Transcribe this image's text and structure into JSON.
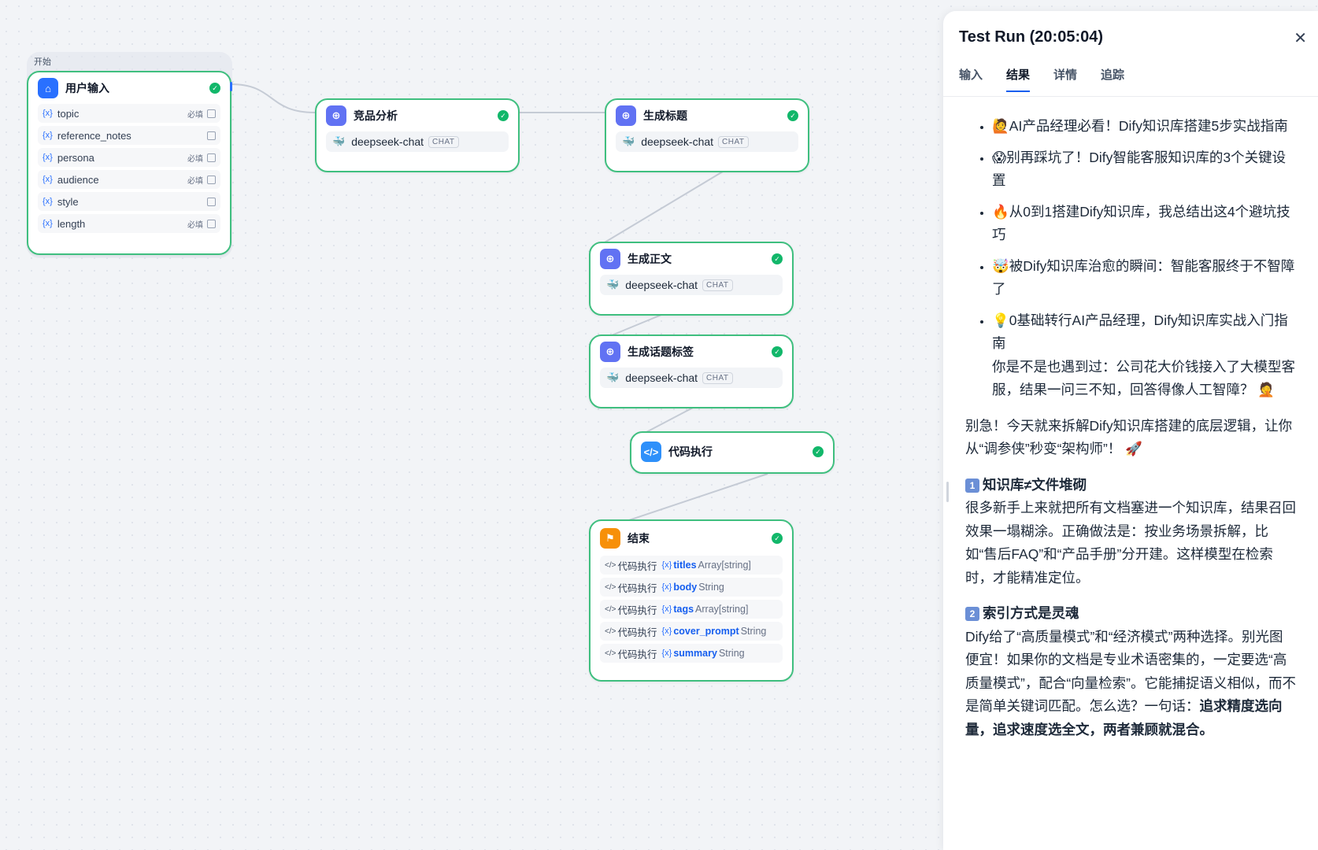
{
  "start_group": {
    "label": "开始"
  },
  "nodes": {
    "user_input": {
      "title": "用户输入",
      "vars": [
        {
          "name": "topic",
          "required": "必填",
          "type_icon": "text-input-icon"
        },
        {
          "name": "reference_notes",
          "required": "",
          "type_icon": "paragraph-icon"
        },
        {
          "name": "persona",
          "required": "必填",
          "type_icon": "select-icon"
        },
        {
          "name": "audience",
          "required": "必填",
          "type_icon": "text-input-icon"
        },
        {
          "name": "style",
          "required": "",
          "type_icon": "select-icon"
        },
        {
          "name": "length",
          "required": "必填",
          "type_icon": "select-icon"
        }
      ]
    },
    "competitor": {
      "title": "竞品分析",
      "model": "deepseek-chat",
      "badge": "CHAT"
    },
    "gen_title": {
      "title": "生成标题",
      "model": "deepseek-chat",
      "badge": "CHAT"
    },
    "gen_body": {
      "title": "生成正文",
      "model": "deepseek-chat",
      "badge": "CHAT"
    },
    "gen_tags": {
      "title": "生成话题标签",
      "model": "deepseek-chat",
      "badge": "CHAT"
    },
    "code_exec": {
      "title": "代码执行"
    },
    "end": {
      "title": "结束",
      "outputs": [
        {
          "source": "代码执行",
          "var": "titles",
          "type": "Array[string]"
        },
        {
          "source": "代码执行",
          "var": "body",
          "type": "String"
        },
        {
          "source": "代码执行",
          "var": "tags",
          "type": "Array[string]"
        },
        {
          "source": "代码执行",
          "var": "cover_prompt",
          "type": "String"
        },
        {
          "source": "代码执行",
          "var": "summary",
          "type": "String"
        }
      ]
    }
  },
  "panel": {
    "title": "Test Run (20:05:04)",
    "tabs": [
      "输入",
      "结果",
      "详情",
      "追踪"
    ],
    "active_tab": "结果",
    "bullets": [
      "🙋AI产品经理必看！Dify知识库搭建5步实战指南",
      "😱别再踩坑了！Dify智能客服知识库的3个关键设置",
      "🔥从0到1搭建Dify知识库，我总结出这4个避坑技巧",
      "🤯被Dify知识库治愈的瞬间：智能客服终于不智障了",
      "💡0基础转行AI产品经理，Dify知识库实战入门指南"
    ],
    "bullet_tail": "你是不是也遇到过：公司花大价钱接入了大模型客服，结果一问三不知，回答得像人工智障？ 🤦",
    "intro": "别急！今天就来拆解Dify知识库搭建的底层逻辑，让你从“调参侠”秒变“架构师”！ 🚀",
    "sections": [
      {
        "num": "1",
        "title": "知识库≠文件堆砌",
        "text": "很多新手上来就把所有文档塞进一个知识库，结果召回效果一塌糊涂。正确做法是：按业务场景拆解，比如“售后FAQ”和“产品手册”分开建。这样模型在检索时，才能精准定位。",
        "bold": ""
      },
      {
        "num": "2",
        "title": "索引方式是灵魂",
        "text": "Dify给了“高质量模式”和“经济模式”两种选择。别光图便宜！如果你的文档是专业术语密集的，一定要选“高质量模式”，配合“向量检索”。它能捕捉语义相似，而不是简单关键词匹配。怎么选？一句话：",
        "bold": "追求精度选向量，追求速度选全文，两者兼顾就混合。"
      }
    ],
    "close_icon": "close-icon"
  }
}
